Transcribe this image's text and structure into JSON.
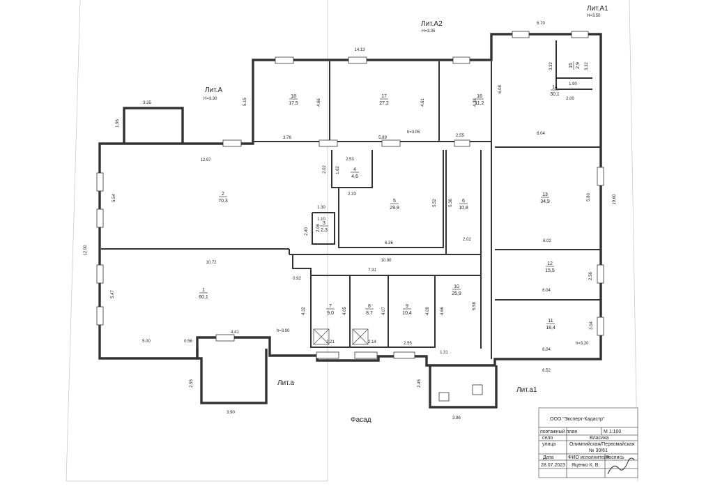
{
  "labels": {
    "lit_a": "Лит.А",
    "lit_a_h": "H=3.30",
    "lit_a2": "Лит.А2",
    "lit_a2_h": "H=3.35",
    "lit_a1": "Лит.А1",
    "lit_a1_h": "H=3.50",
    "lit_sa": "Лит.а",
    "lit_sa1": "Лит.а1",
    "facade": "Фасад",
    "h305": "h=3.05",
    "h300": "h=3.00",
    "h320": "h=3.20"
  },
  "rooms": [
    {
      "num": "1",
      "area": "60,1"
    },
    {
      "num": "2",
      "area": "70,3"
    },
    {
      "num": "3",
      "area": "2,3"
    },
    {
      "num": "4",
      "area": "4,6"
    },
    {
      "num": "5",
      "area": "29,9"
    },
    {
      "num": "6",
      "area": "10,8"
    },
    {
      "num": "7",
      "area": "9,0"
    },
    {
      "num": "8",
      "area": "8,7"
    },
    {
      "num": "9",
      "area": "10,4"
    },
    {
      "num": "10",
      "area": "25,9"
    },
    {
      "num": "11",
      "area": "18,4"
    },
    {
      "num": "12",
      "area": "15,5"
    },
    {
      "num": "13",
      "area": "34,9"
    },
    {
      "num": "14",
      "area": "30,1"
    },
    {
      "num": "15",
      "area": "2,9"
    },
    {
      "num": "16",
      "area": "11,2"
    },
    {
      "num": "17",
      "area": "27,2"
    },
    {
      "num": "18",
      "area": "17,5"
    }
  ],
  "dims": {
    "d01": "14.13",
    "d02": "6.70",
    "d03": "3.32",
    "d04": "3.32",
    "d05": "1.90",
    "d06": "4.66",
    "d07": "4.61",
    "d08": "4.38",
    "d09": "6.08",
    "d10": "2.00",
    "d11": "3.76",
    "d12": "5.89",
    "d13": "2.55",
    "d14": "6.04",
    "d15": "5.15",
    "d16": "3.35",
    "d17": "1.96",
    "d18": "12.97",
    "d19": "2.53",
    "d20": "2.02",
    "d21": "1.82",
    "d22": "2.33",
    "d23": "5.54",
    "d24": "1.30",
    "d25": "1.10",
    "d26": "2.06",
    "d27": "5.52",
    "d28": "5.36",
    "d29": "5.80",
    "d30": "19.60",
    "d31": "2.40",
    "d32": "6.36",
    "d33": "2.02",
    "d34": "6.02",
    "d35": "12.90",
    "d36": "10.72",
    "d37": "10.90",
    "d38": "7.31",
    "d39": "0.92",
    "d40": "5.47",
    "d41": "4.32",
    "d42": "4.05",
    "d43": "4.07",
    "d44": "4.09",
    "d45": "4.66",
    "d46": "5.58",
    "d47": "6.04",
    "d48": "2.56",
    "d49": "3.04",
    "d50": "6.04",
    "d51": "5.00",
    "d52": "0.56",
    "d53": "4.41",
    "d54": "2.21",
    "d55": "2.14",
    "d56": "2.55",
    "d57": "1.31",
    "d58": "6.52",
    "d59": "2.55",
    "d60": "3.90",
    "d61": "2.45",
    "d62": "3.86"
  },
  "title_block": {
    "company": "ООО \"Эксперт-Кадастр\"",
    "plan_label": "поэтажный план",
    "scale": "М 1:100",
    "village_label": "село",
    "village_value": "Власиха",
    "street_label": "улица",
    "street_value": "Олимпийская/Первомайская",
    "house_value": "№ 30/61",
    "date_label": "Дата",
    "executor_label": "ФИО исполнителя",
    "signature_label": "Роспись",
    "date_value": "28.07.2023",
    "executor_value": "Яценко К. В."
  }
}
